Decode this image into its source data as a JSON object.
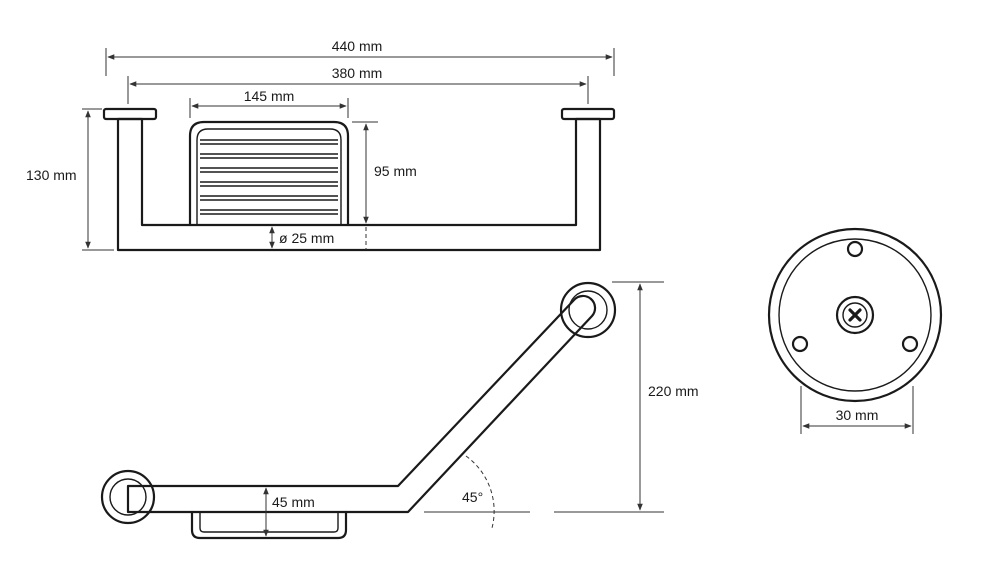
{
  "dimensions": {
    "overall_width": "440 mm",
    "rail_width": "380 mm",
    "basket_width": "145 mm",
    "overall_height": "130 mm",
    "basket_height": "95 mm",
    "tube_diameter": "ø 25 mm",
    "angle_height": "220 mm",
    "basket_depth": "45 mm",
    "angle": "45°",
    "flange_width": "30 mm"
  },
  "colors": {
    "line": "#1a1a1a",
    "dimension_line": "#333333",
    "background": "#ffffff"
  },
  "icons": {
    "screw": "cross-screw-icon"
  }
}
